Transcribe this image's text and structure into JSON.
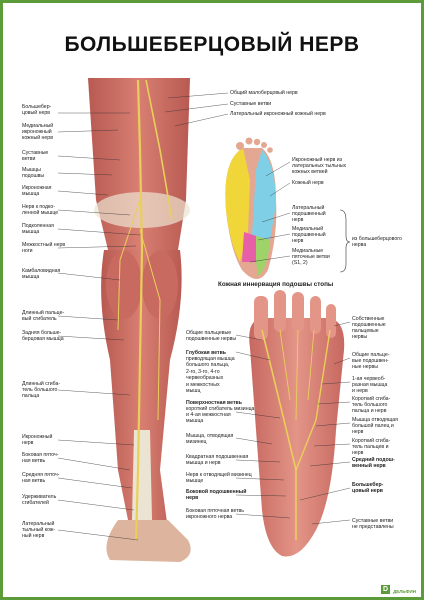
{
  "title": "БОЛЬШЕБЕРЦОВЫЙ НЕРВ",
  "sole_caption": "Кожная иннервация подошвы стопы",
  "brace_label": "из большеберцового нерва",
  "brand": "ДЕЛЬФИН",
  "leg_left_labels": [
    "Большебер-\nцовый нерв",
    "Медиальный\nикроножный\nкожный нерв",
    "Суставные\nветви",
    "Мышцы\nподошвы",
    "Икроножная\nмышца",
    "Нерв к подко-\nленной мышце",
    "Подколенная\nмышца",
    "Межкостный нерв\nноги",
    "Камбаловидная\nмышца",
    "Длинный пальце-\nвый сгибатель",
    "Задняя больше-\nберцовая мышца",
    "Длинный сгиба-\nтель большого\nпальца",
    "Икроножный\nнерв",
    "Боковая пяточ-\nная ветвь",
    "Средняя пяточ-\nная ветвь",
    "Удерживатель\nсгибателей",
    "Латеральный\nтыльный кож-\nный нерв"
  ],
  "leg_top_labels": [
    "Общий малоберцовый нерв",
    "Суставные ветви",
    "Латеральный икроножный кожный нерв"
  ],
  "sole_labels": [
    "Икроножный нерв из\nлатеральных тыльных\nкожных ветвей",
    "Кожный нерв",
    "Латеральный\nподошвенный\nнерв",
    "Медиальный\nподошвенный\nнерв",
    "Медиальные\nпяточные ветви\n(S1, 2)"
  ],
  "foot_left_labels": [
    {
      "text": "Общие пальцевые\nподошвенные нервы",
      "bold": false
    },
    {
      "text": "Глубокая ветвь",
      "bold": true
    },
    {
      "text": "приводящая мышца\nбольшого пальца,",
      "bold": false
    },
    {
      "text": "2-го, 3-го, 4-го\nчервеобразных",
      "bold": false
    },
    {
      "text": "и межкостных\nмышц",
      "bold": false
    },
    {
      "text": "Поверхностная ветвь",
      "bold": true
    },
    {
      "text": "короткий сгибатель мизинца\nи 4-ая межкостная\nмышца",
      "bold": false
    },
    {
      "text": "Мышца, отводящая\nмизинец",
      "bold": false
    },
    {
      "text": "Квадратная подошвенная\nмышца и нерв",
      "bold": false
    },
    {
      "text": "Нерв к отводящей мизинец\nмышце",
      "bold": false
    },
    {
      "text": "Боковой подошвенный\nнерв",
      "bold": true
    },
    {
      "text": "Боковая пяточная ветвь\nикроножного нерва",
      "bold": false
    }
  ],
  "foot_right_labels": [
    {
      "text": "Собственные\nподошвенные\nпальцевые\nнервы",
      "bold": false
    },
    {
      "text": "Общие пальце-\nвые подошвен-\nные нервы",
      "bold": false
    },
    {
      "text": "1-ая червеоб-\nразная мышца\nи нерв",
      "bold": false
    },
    {
      "text": "Короткий сгиба-\nтель большого\nпальца и нерв",
      "bold": false
    },
    {
      "text": "Мышца отводящая\nбольшой палец и\nнерв",
      "bold": false
    },
    {
      "text": "Короткий сгиба-\nтель пальцев и\nнерв",
      "bold": false
    },
    {
      "text": "Средний подош-\nвенный нерв",
      "bold": true
    },
    {
      "text": "Большебер-\nцовый нерв",
      "bold": true
    },
    {
      "text": "Суставные ветви\nне представлены",
      "bold": false
    }
  ],
  "colors": {
    "frame": "#5c9b3a",
    "muscle": "#d4756a",
    "muscle_dark": "#a84a44",
    "nerve": "#e9cf5a",
    "bone": "#ece4d2",
    "skin": "#f0c9b2",
    "zone_yellow": "#f1d63a",
    "zone_cyan": "#7fd0e6",
    "zone_pink": "#e75fa7",
    "zone_green": "#9ed36a",
    "zone_salmon": "#e3a792"
  }
}
